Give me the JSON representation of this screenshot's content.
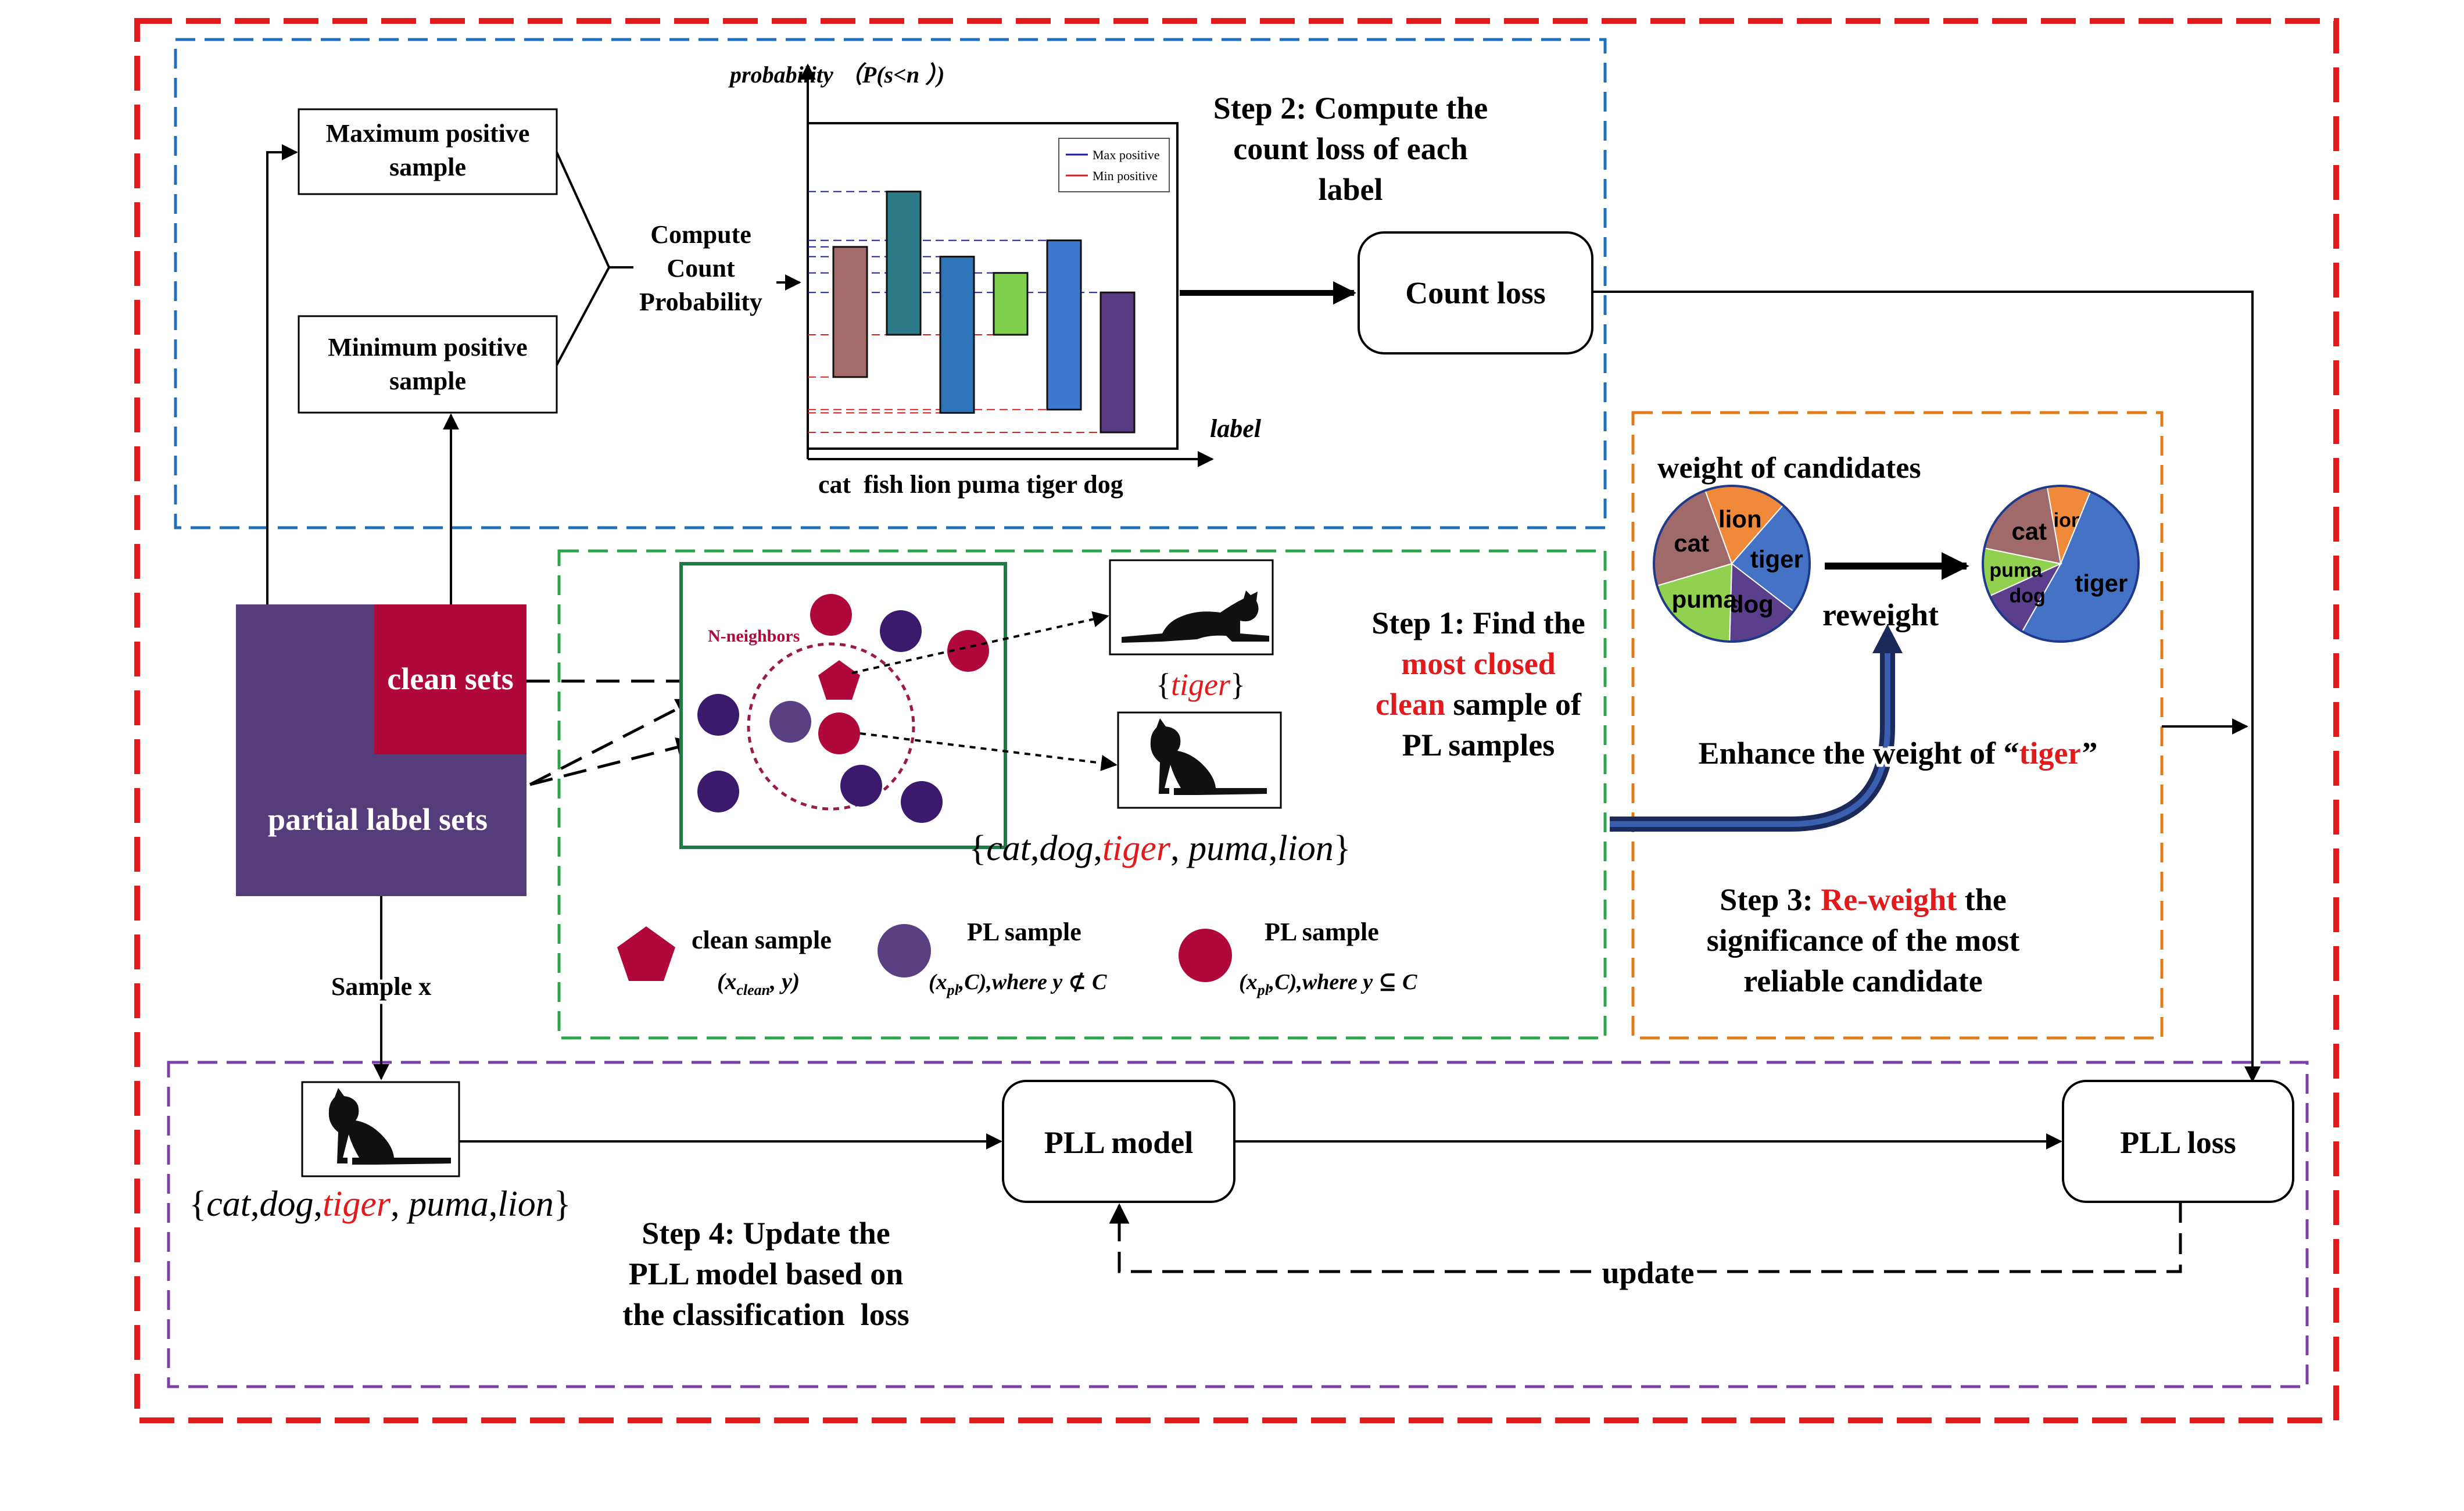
{
  "colors": {
    "outer": "#e31a1c",
    "step2": "#1f6fbf",
    "step1": "#2ca44a",
    "step3": "#e07b1a",
    "step4": "#7b3fa8",
    "purple_block": "#553c7a",
    "crimson": "#b0083a",
    "highlight": "#e31a1c"
  },
  "step2": {
    "max_box": "Maximum positive sample",
    "max_box_l1": "Maximum positive",
    "max_box_l2": "sample",
    "min_box_l1": "Minimum positive",
    "min_box_l2": "sample",
    "compute_l1": "Compute",
    "compute_l2": "Count",
    "compute_l3": "Probability",
    "title_l1": "Step 2: Compute the",
    "title_l2": "count loss of each",
    "title_l3": "label",
    "count_loss": "Count loss"
  },
  "chart_data": {
    "type": "bar",
    "ylabel": "probability （P(s<n ）)",
    "xlabel": "label",
    "categories": [
      "cat",
      "fish",
      "lion",
      "puma",
      "tiger",
      "dog"
    ],
    "x_tick_text": "cat  fish lion puma tiger dog",
    "series": [
      {
        "name": "Max positive",
        "color": "#1a1aa0"
      },
      {
        "name": "Min positive",
        "color": "#d42020"
      }
    ],
    "bars": [
      {
        "label": "cat",
        "top": 0.62,
        "bottom": 0.22,
        "color": "#a56a6a"
      },
      {
        "label": "fish",
        "top": 0.79,
        "bottom": 0.35,
        "color": "#2b7a86"
      },
      {
        "label": "lion",
        "top": 0.59,
        "bottom": 0.11,
        "color": "#2e74b8"
      },
      {
        "label": "puma",
        "top": 0.54,
        "bottom": 0.35,
        "color": "#7ed04c"
      },
      {
        "label": "tiger",
        "top": 0.64,
        "bottom": 0.12,
        "color": "#3f78cc"
      },
      {
        "label": "dog",
        "top": 0.48,
        "bottom": 0.05,
        "color": "#5a3a82"
      }
    ],
    "ylim": [
      0,
      1
    ],
    "legend": "top-right"
  },
  "left": {
    "clean_sets": "clean sets",
    "partial_sets": "partial label sets",
    "sample_x": "Sample x"
  },
  "step1": {
    "neighbors": "N-neighbors",
    "tiger_set_open": "{",
    "tiger_set_word": "tiger",
    "tiger_set_close": "}",
    "title_l1": "Step 1: Find the",
    "title_l2_red": "most closed",
    "title_l3_red": "clean",
    "title_l3_rest": " sample of",
    "title_l4": "PL samples",
    "candidates": {
      "open": "{",
      "a": "cat",
      "b": "dog",
      "red": "tiger",
      "c": "puma",
      "d": "lion",
      "close": "}"
    },
    "legend": {
      "clean_label": "clean sample",
      "clean_formula": "(x",
      "clean_sub": "clean",
      "clean_tail": ", y)",
      "pl1_label": "PL sample",
      "pl1_formula": "(x",
      "pl1_sub": "pl",
      "pl1_tail": ",C),where y ⊄ C",
      "pl2_label": "PL sample",
      "pl2_formula": "(x",
      "pl2_sub": "pl",
      "pl2_tail": ",C),where y ⊆ C"
    }
  },
  "step3": {
    "weight_title": "weight of candidates",
    "reweight": "reweight",
    "pie_before": [
      {
        "label": "lion",
        "value": 0.17,
        "color": "#f08a3a"
      },
      {
        "label": "tiger",
        "value": 0.24,
        "color": "#4472c4"
      },
      {
        "label": "dog",
        "value": 0.15,
        "color": "#5b3f8c"
      },
      {
        "label": "puma",
        "value": 0.2,
        "color": "#92d050"
      },
      {
        "label": "cat",
        "value": 0.24,
        "color": "#a06a6a"
      }
    ],
    "pie_after": [
      {
        "label": "lion",
        "value": 0.09,
        "color": "#f08a3a"
      },
      {
        "label": "tiger",
        "value": 0.52,
        "color": "#4472c4"
      },
      {
        "label": "dog",
        "value": 0.1,
        "color": "#5b3f8c"
      },
      {
        "label": "puma",
        "value": 0.1,
        "color": "#92d050"
      },
      {
        "label": "cat",
        "value": 0.19,
        "color": "#a06a6a"
      }
    ],
    "enhance_pre": "Enhance the weight of “",
    "enhance_red": "tiger",
    "enhance_post": "”",
    "title_l1_pre": "Step 3: ",
    "title_l1_red": "Re-weight",
    "title_l1_post": " the",
    "title_l2": "significance of the most",
    "title_l3": "reliable candidate"
  },
  "step4": {
    "pll_model": "PLL model",
    "pll_loss": "PLL loss",
    "update": "update",
    "title_l1": "Step 4: Update the",
    "title_l2": "PLL model based on",
    "title_l3": "the classification  loss",
    "candidates": {
      "open": "{",
      "a": "cat",
      "b": "dog",
      "red": "tiger",
      "c": "puma",
      "d": "lion",
      "close": "}"
    }
  }
}
